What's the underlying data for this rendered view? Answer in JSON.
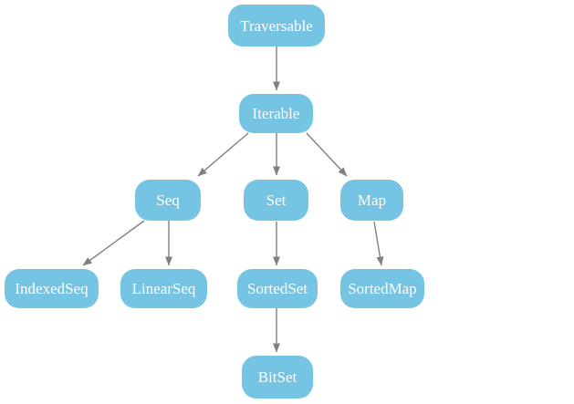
{
  "nodes": [
    {
      "id": "traversable",
      "label": "Traversable"
    },
    {
      "id": "iterable",
      "label": "Iterable"
    },
    {
      "id": "seq",
      "label": "Seq"
    },
    {
      "id": "set",
      "label": "Set"
    },
    {
      "id": "map",
      "label": "Map"
    },
    {
      "id": "indexedseq",
      "label": "IndexedSeq"
    },
    {
      "id": "linearseq",
      "label": "LinearSeq"
    },
    {
      "id": "sortedset",
      "label": "SortedSet"
    },
    {
      "id": "sortedmap",
      "label": "SortedMap"
    },
    {
      "id": "bitset",
      "label": "BitSet"
    }
  ],
  "edges": [
    {
      "from": "Traversable",
      "to": "Iterable"
    },
    {
      "from": "Iterable",
      "to": "Seq"
    },
    {
      "from": "Iterable",
      "to": "Set"
    },
    {
      "from": "Iterable",
      "to": "Map"
    },
    {
      "from": "Seq",
      "to": "IndexedSeq"
    },
    {
      "from": "Seq",
      "to": "LinearSeq"
    },
    {
      "from": "Set",
      "to": "SortedSet"
    },
    {
      "from": "Map",
      "to": "SortedMap"
    },
    {
      "from": "SortedSet",
      "to": "BitSet"
    }
  ],
  "colors": {
    "node_fill": "#75C4E4",
    "node_text": "#FFFFFF",
    "edge": "#808080",
    "background": "#FFFFFF"
  }
}
